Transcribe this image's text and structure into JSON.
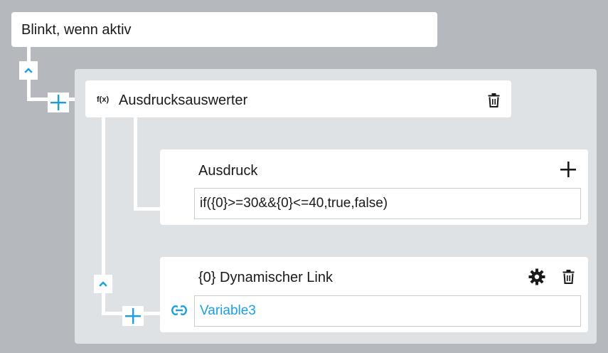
{
  "root": {
    "label": "Blinkt, wenn aktiv"
  },
  "expression_node": {
    "fx_label": "f(x)",
    "title": "Ausdrucksauswerter"
  },
  "expression_section": {
    "title": "Ausdruck",
    "value": "if({0}>=30&&{0}<=40,true,false)"
  },
  "link_section": {
    "title": "{0} Dynamischer Link",
    "value": "Variable3"
  },
  "colors": {
    "accent": "#1a9fe0",
    "background": "#b5b9bd",
    "panel": "#dfe2e5",
    "text": "#1a1a1a"
  },
  "icons": {
    "collapse": "chevron-up-icon",
    "add": "plus-icon",
    "delete": "trash-icon",
    "settings": "gear-icon",
    "link": "link-icon"
  }
}
